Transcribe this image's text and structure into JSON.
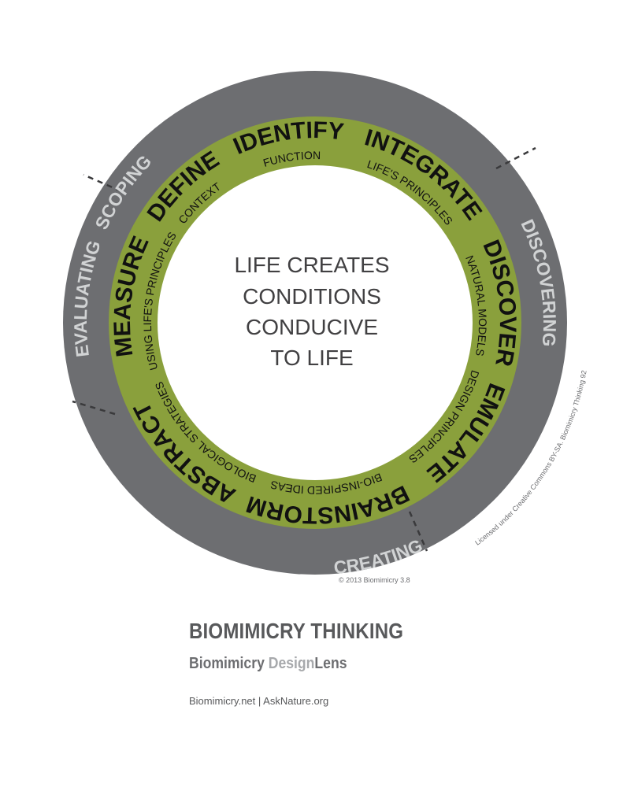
{
  "center_text": [
    "LIFE CREATES",
    "CONDITIONS",
    "CONDUCIVE",
    "TO LIFE"
  ],
  "phases": {
    "scoping": "SCOPING",
    "discovering": "DISCOVERING",
    "creating": "CREATING",
    "evaluating": "EVALUATING"
  },
  "steps": {
    "identify": {
      "label": "IDENTIFY",
      "sub": "FUNCTION"
    },
    "integrate": {
      "label": "INTEGRATE",
      "sub": "LIFE'S PRINCIPLES"
    },
    "discover": {
      "label": "DISCOVER",
      "sub": "NATURAL MODELS"
    },
    "abstract": {
      "label": "ABSTRACT",
      "sub": "BIOLOGICAL STRATEGIES"
    },
    "brainstorm": {
      "label": "BRAINSTORM",
      "sub": "BIO-INSPIRED IDEAS"
    },
    "emulate": {
      "label": "EMULATE",
      "sub": "DESIGN PRINCIPLES"
    },
    "measure": {
      "label": "MEASURE",
      "sub": "USING LIFE'S PRINCIPLES"
    },
    "define": {
      "label": "DEFINE",
      "sub": "CONTEXT"
    }
  },
  "license_text": "Licensed under Creative Commons BY-SA. Biomimicry Thinking 92",
  "copyright_text": "© 2013 Biomimicry 3.8",
  "footer": {
    "title": "BIOMIMICRY THINKING",
    "subtitle_part1": "Biomimicry ",
    "subtitle_part2": "Design",
    "subtitle_part3": "Lens",
    "links": "Biomimicry.net | AskNature.org"
  },
  "colors": {
    "outer_ring": "#6d6e71",
    "inner_ring": "#8aa03c",
    "phase_text": "#d1d3d4",
    "step_text": "#111111",
    "center_text": "#414042"
  }
}
